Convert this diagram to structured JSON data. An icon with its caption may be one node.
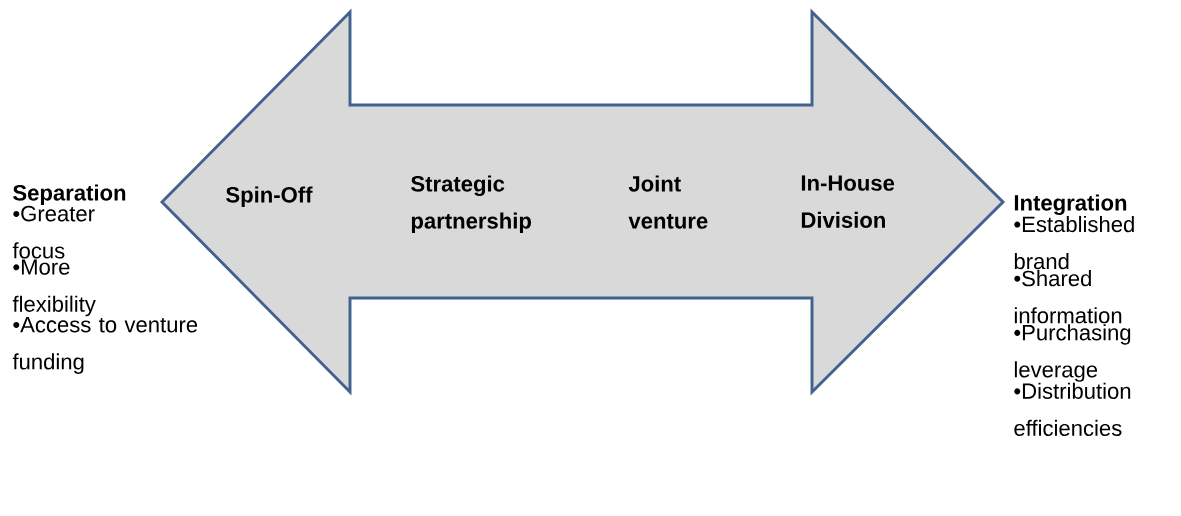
{
  "diagram": {
    "nodes": [
      {
        "text": [
          "Spin-Off",
          "Strategic partnership",
          "Joint venture",
          "In-House Division"
        ]
      }
    ],
    "labels": [
      "Separation",
      "•Greater focus",
      "•More flexibility",
      "•Access to venture funding",
      "Integration",
      "•Established brand",
      "•Shared information",
      "•Purchasing leverage",
      "•Distribution efficiencies"
    ]
  }
}
